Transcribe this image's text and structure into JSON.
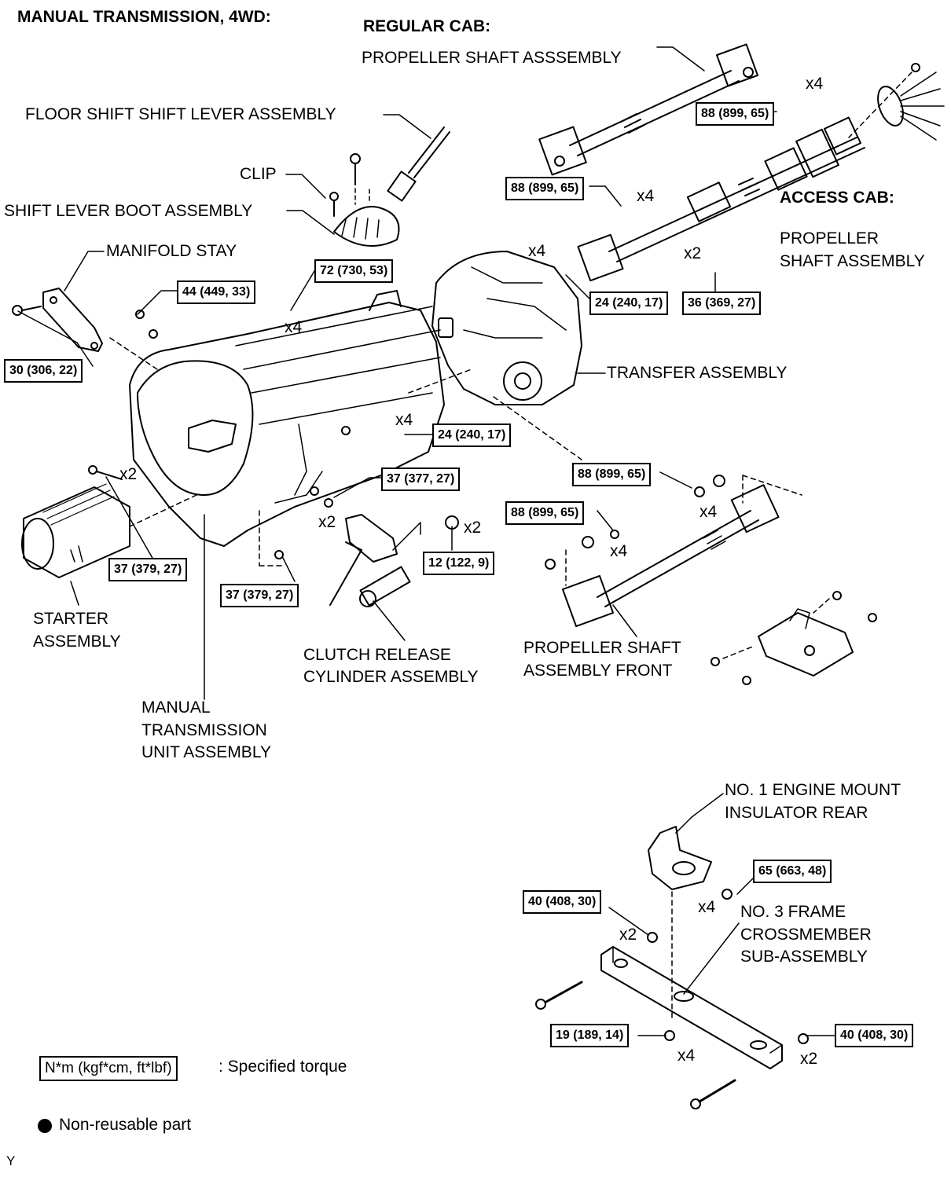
{
  "headers": {
    "main": "MANUAL TRANSMISSION, 4WD:",
    "regular_cab": "REGULAR CAB:",
    "access_cab": "ACCESS CAB:"
  },
  "labels": {
    "propeller_shaft_regular": "PROPELLER SHAFT ASSSEMBLY",
    "floor_shift": "FLOOR SHIFT SHIFT LEVER ASSEMBLY",
    "clip": "CLIP",
    "shift_boot": "SHIFT LEVER BOOT ASSEMBLY",
    "manifold_stay": "MANIFOLD STAY",
    "propeller_shaft_access_1": "PROPELLER",
    "propeller_shaft_access_2": "SHAFT ASSEMBLY",
    "transfer": "TRANSFER ASSEMBLY",
    "starter_1": "STARTER",
    "starter_2": "ASSEMBLY",
    "clutch_1": "CLUTCH RELEASE",
    "clutch_2": "CYLINDER ASSEMBLY",
    "prop_front_1": "PROPELLER SHAFT",
    "prop_front_2": "ASSEMBLY FRONT",
    "mt_unit_1": "MANUAL",
    "mt_unit_2": "TRANSMISSION",
    "mt_unit_3": "UNIT ASSEMBLY",
    "mount_1": "NO. 1 ENGINE MOUNT",
    "mount_2": "INSULATOR REAR",
    "crossmember_1": "NO. 3 FRAME",
    "crossmember_2": "CROSSMEMBER",
    "crossmember_3": "SUB-ASSEMBLY"
  },
  "torques": [
    "88 (899, 65)",
    "88 (899, 65)",
    "72 (730, 53)",
    "44 (449, 33)",
    "30 (306, 22)",
    "24 (240, 17)",
    "36 (369, 27)",
    "24 (240, 17)",
    "37 (377, 27)",
    "88 (899, 65)",
    "88 (899, 65)",
    "12 (122, 9)",
    "37 (379, 27)",
    "37 (379, 27)",
    "65 (663, 48)",
    "40 (408, 30)",
    "19 (189, 14)",
    "40 (408, 30)"
  ],
  "quantities": {
    "x4": "x4",
    "x2": "x2"
  },
  "legend": {
    "torque_unit": "N*m (kgf*cm, ft*lbf)",
    "torque_desc": ": Specified torque",
    "non_reusable": "Non-reusable part"
  },
  "footer_code": "Y"
}
